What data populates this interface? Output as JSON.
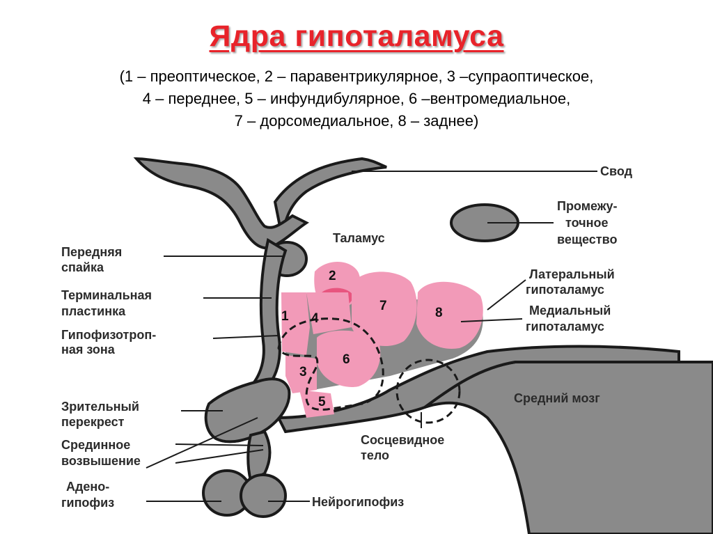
{
  "title": "Ядра гипоталамуса",
  "caption": {
    "line1": "(1 – преоптическое, 2 – паравентрикулярное, 3 –супраоптическое,",
    "line2": "4 – переднее, 5 – инфундибулярное, 6 –вентромедиальное,",
    "line3": "7 – дорсомедиальное, 8 – заднее)"
  },
  "diagram": {
    "nuclei_numbers": [
      "1",
      "2",
      "3",
      "4",
      "5",
      "6",
      "7",
      "8"
    ],
    "labels": {
      "svod": "Свод",
      "promezh_1": "Промежу-",
      "promezh_2": "точное",
      "promezh_3": "вещество",
      "talamus": "Таламус",
      "lat_1": "Латеральный",
      "lat_2": "гипоталамус",
      "med_1": "Медиальный",
      "med_2": "гипоталамус",
      "perednyaya_1": "Передняя",
      "perednyaya_2": "спайка",
      "terminal_1": "Терминальная",
      "terminal_2": "пластинка",
      "gipofizotrop_1": "Гипофизотроп-",
      "gipofizotrop_2": "ная зона",
      "zritelny_1": "Зрительный",
      "zritelny_2": "перекрест",
      "sredinnoe_1": "Срединное",
      "sredinnoe_2": "возвышение",
      "adeno_1": "Адено-",
      "adeno_2": "гипофиз",
      "neirogipofiz": "Нейрогипофиз",
      "sredny_mozg": "Средний мозг",
      "sosets_1": "Сосцевидное",
      "sosets_2": "тело"
    },
    "colors": {
      "tissue": "#8a8a8a",
      "outline": "#1a1a1a",
      "nuclei_pink": "#f29ab8",
      "nuclei_dark": "#e8557f",
      "title_red": "#e8232a"
    }
  }
}
